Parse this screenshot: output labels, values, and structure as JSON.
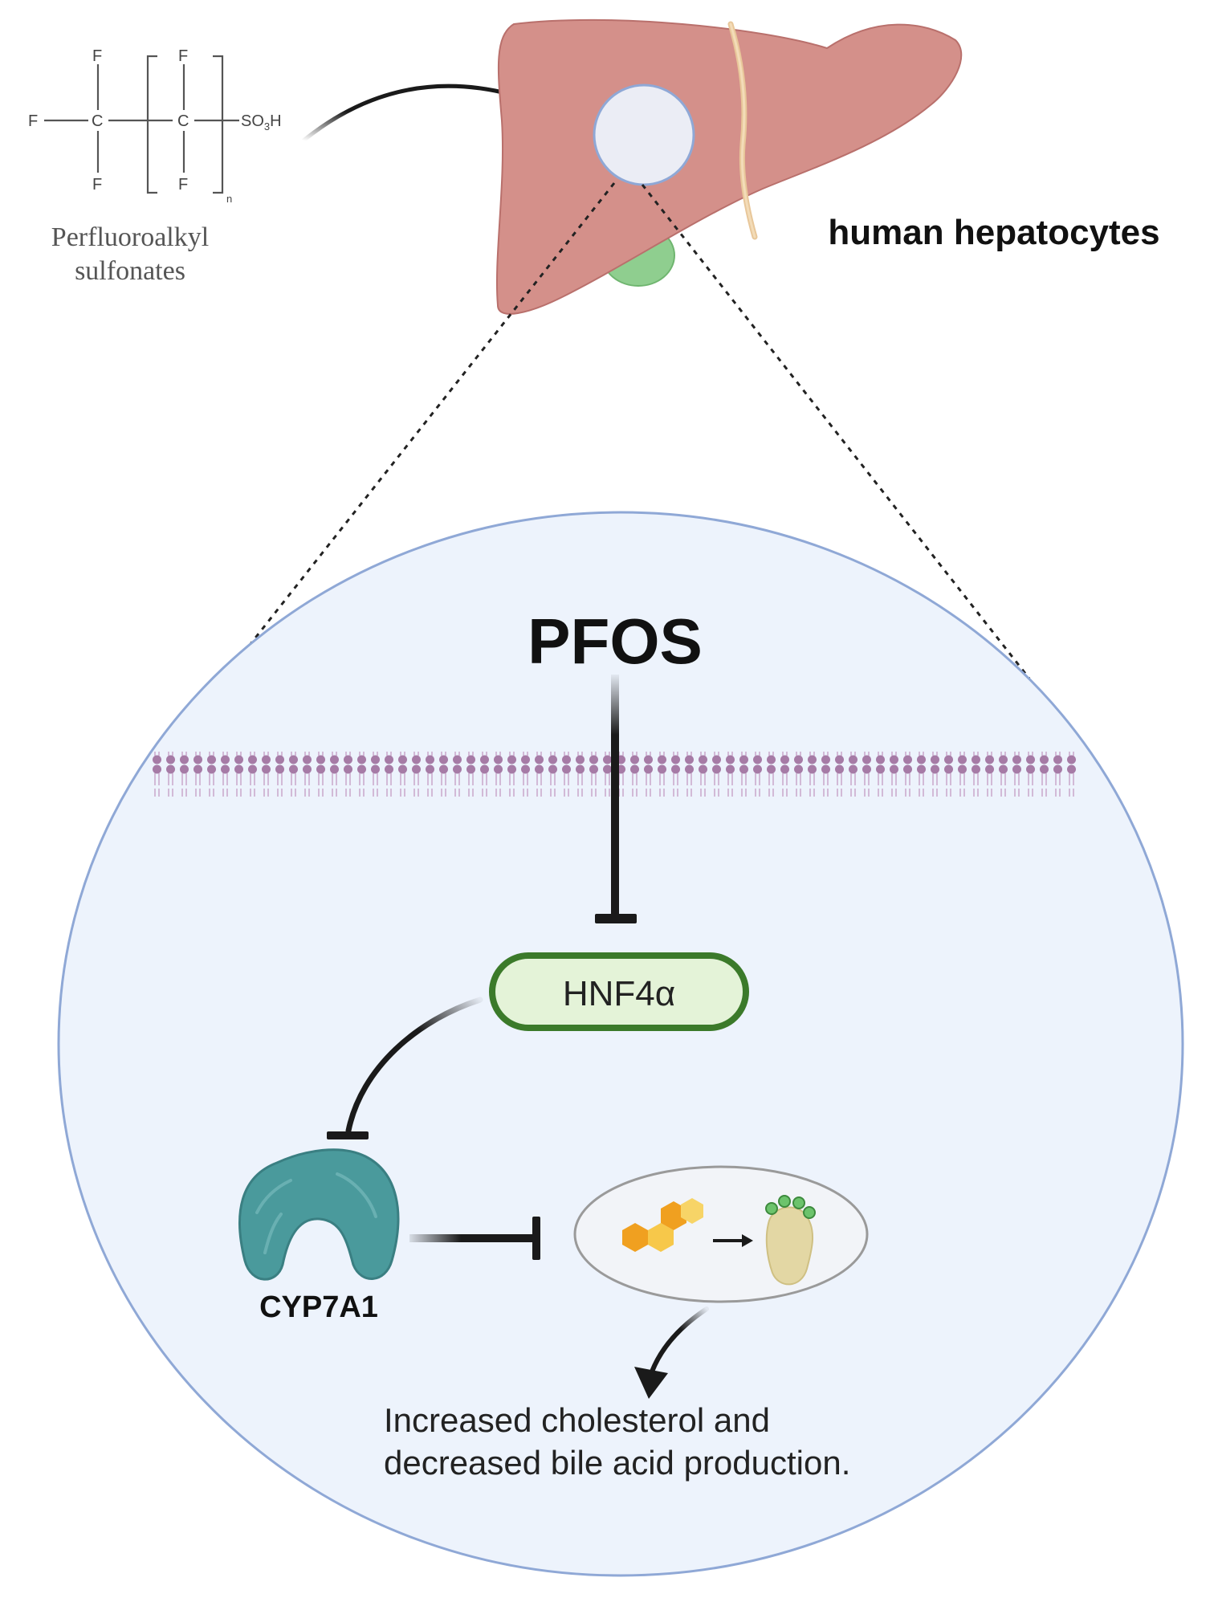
{
  "chemical": {
    "atoms": {
      "f_left": "F",
      "f_top_1": "F",
      "f_top_2": "F",
      "f_bottom_1": "F",
      "f_bottom_2": "F",
      "carbon_1": "C",
      "carbon_2": "C",
      "group_so3": "SO",
      "group_sub": "3",
      "group_h": "H",
      "repeat_n": "n"
    },
    "name_line1": "Perfluoroalkyl",
    "name_line2": "sulfonates"
  },
  "organ_label": "human hepatocytes",
  "cell": {
    "pfos_label": "PFOS",
    "hnf4a_label": "HNF4α",
    "cyp7a1_label": "CYP7A1",
    "outcome_line1": "Increased cholesterol and",
    "outcome_line2": "decreased bile acid production."
  },
  "colors": {
    "liver": "#d4908a",
    "liver_edge": "#b9706c",
    "gallbladder": "#8fce8f",
    "cell_fill": "#edf3fc",
    "cell_edge": "#8fa8d6",
    "membrane": "#a0739e",
    "hnf4a_border": "#3b7a2a",
    "hnf4a_fill": "#e4f3d8",
    "cyp7a1": "#4a9a9c",
    "cholesterol": "#f0a020",
    "bile_acid": "#e3d7a4"
  }
}
